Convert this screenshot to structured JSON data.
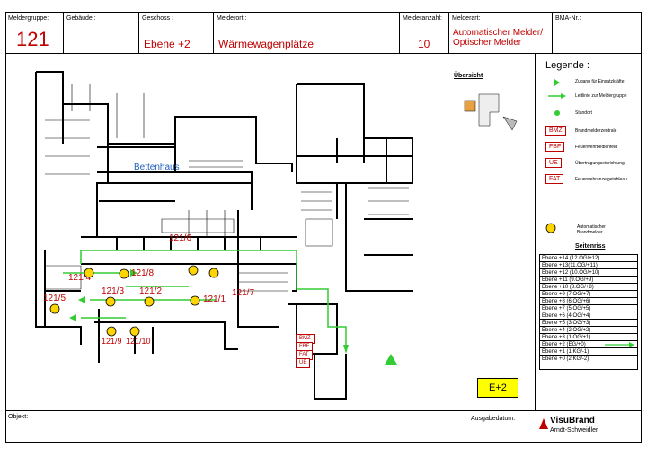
{
  "header": {
    "meldergruppe_label": "Meldergruppe:",
    "meldergruppe_value": "121",
    "gebaeude_label": "Gebäude :",
    "gebaeude_value": "",
    "geschoss_label": "Geschoss :",
    "geschoss_value": "Ebene +2",
    "melderort_label": "Melderort :",
    "melderort_value": "Wärmewagenplätze",
    "melderanzahl_label": "Melderanzahl:",
    "melderanzahl_value": "10",
    "melderart_label": "Melderart:",
    "melderart_line1": "Automatischer Melder/",
    "melderart_line2": "Optischer Melder",
    "bma_label": "BMA-Nr.:",
    "bma_value": ""
  },
  "plan": {
    "building_label": "Bettenhaus",
    "overview_label": "Übersicht",
    "floor_badge": "E+2",
    "detectors": [
      {
        "id": "121/1",
        "label": "121/1"
      },
      {
        "id": "121/2",
        "label": "121/2"
      },
      {
        "id": "121/3",
        "label": "121/3"
      },
      {
        "id": "121/4",
        "label": "121/4"
      },
      {
        "id": "121/5",
        "label": "121/5"
      },
      {
        "id": "121/6",
        "label": "121/6"
      },
      {
        "id": "121/7",
        "label": "121/7"
      },
      {
        "id": "121/8",
        "label": "121/8"
      },
      {
        "id": "121/9",
        "label": "121/9"
      },
      {
        "id": "121/10",
        "label": "121/10"
      }
    ],
    "panel_codes": [
      "BMZ",
      "FBF",
      "FAT",
      "ÜE"
    ]
  },
  "legend": {
    "title": "Legende :",
    "items": [
      {
        "symbol": "triangle",
        "text": "Zugang für Einsatzkräfte"
      },
      {
        "symbol": "arrow",
        "text": "Leitlinie zur Meldergruppe"
      },
      {
        "symbol": "dot",
        "text": "Standort"
      },
      {
        "symbol": "code",
        "code": "BMZ",
        "text": "Brandmelderzentrale"
      },
      {
        "symbol": "code",
        "code": "FBF",
        "text": "Feuerwehrbedienfeld"
      },
      {
        "symbol": "code",
        "code": "ÜE",
        "text": "Übertragungseinrichtung"
      },
      {
        "symbol": "code",
        "code": "FAT",
        "text": "Feuerwehranzeigetableau"
      }
    ],
    "detector_text_line1": "Automatischer",
    "detector_text_line2": "Brandmelder",
    "riser_title": "Seitenriss",
    "riser_rows": [
      "Ebene +14 (12.OG/+12)",
      "Ebene +13(11.OG/+11)",
      "Ebene +12 (10.OG/+10)",
      "Ebene +11 (9.OG/+9)",
      "Ebene +10 (8.OG/+8)",
      "Ebene +9 (7.OG/+7)",
      "Ebene +8 (6.OG/+6)",
      "Ebene +7 (5.OG/+5)",
      "Ebene +6 (4.OG/+4)",
      "Ebene +5 (3.OG/+3)",
      "Ebene +4 (2.OG/+2)",
      "Ebene +3 (1.OG/+1)",
      "Ebene +2 (EG/+0)",
      "Ebene +1 (1.KG/-1)",
      "Ebene +0 (2.KG/-2)"
    ],
    "riser_highlight_index": 12
  },
  "footer": {
    "objekt_label": "Objekt:",
    "ausgabedatum_label": "Ausgabedatum:",
    "brand_line1": "VisuBrand",
    "brand_line2": "Arndt-Schweidler"
  },
  "colors": {
    "accent_red": "#c00000",
    "route_green": "#33cc33",
    "detector_yellow": "#ffd500",
    "badge_yellow": "#ffff00"
  }
}
